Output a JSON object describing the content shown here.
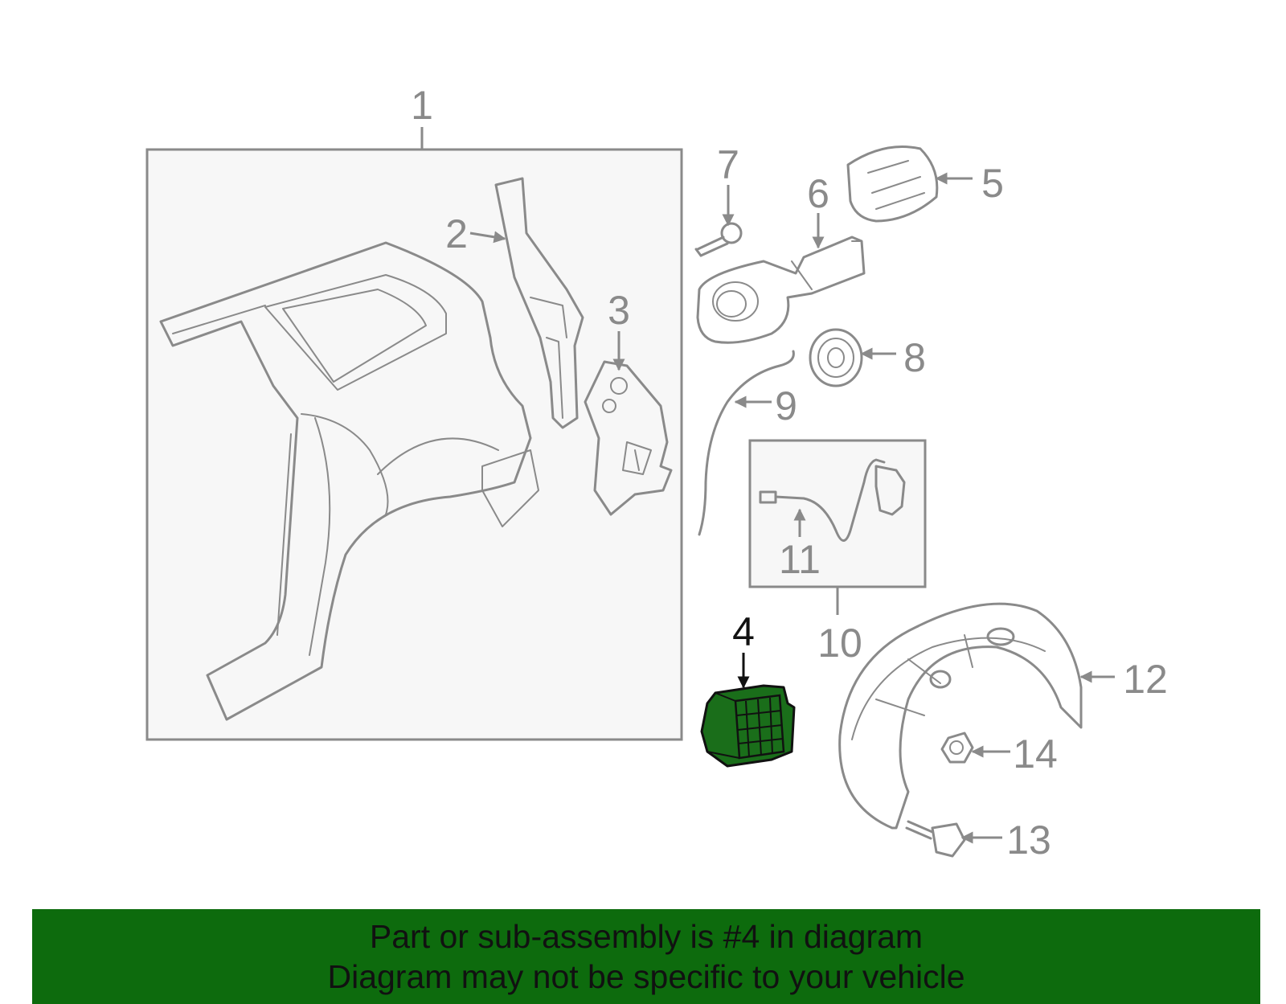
{
  "callouts": [
    "1",
    "2",
    "3",
    "4",
    "5",
    "6",
    "7",
    "8",
    "9",
    "10",
    "11",
    "12",
    "13",
    "14"
  ],
  "highlight": {
    "callout": "4",
    "fill_color": "#1a6e1a"
  },
  "banner": {
    "line1": "Part or sub-assembly is #4 in diagram",
    "line2": "Diagram may not be specific to your vehicle",
    "background_color": "#0d6b0d"
  }
}
